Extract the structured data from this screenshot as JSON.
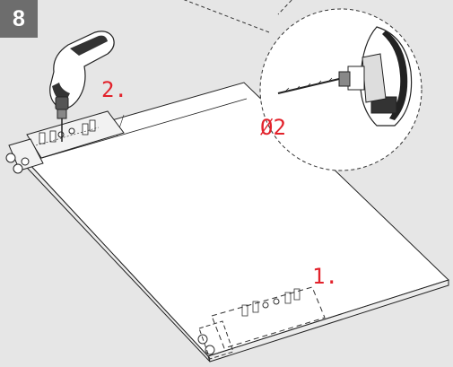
{
  "step": {
    "number": "8"
  },
  "labels": {
    "drill_step": "2.",
    "position_step": "1.",
    "drill_bit_size": "Ø2"
  },
  "colors": {
    "background": "#e6e6e6",
    "panel": "#ffffff",
    "outline": "#222222",
    "accent_red": "#e2222b",
    "badge": "#6d6d6d",
    "jig": "#f2f2f2"
  }
}
